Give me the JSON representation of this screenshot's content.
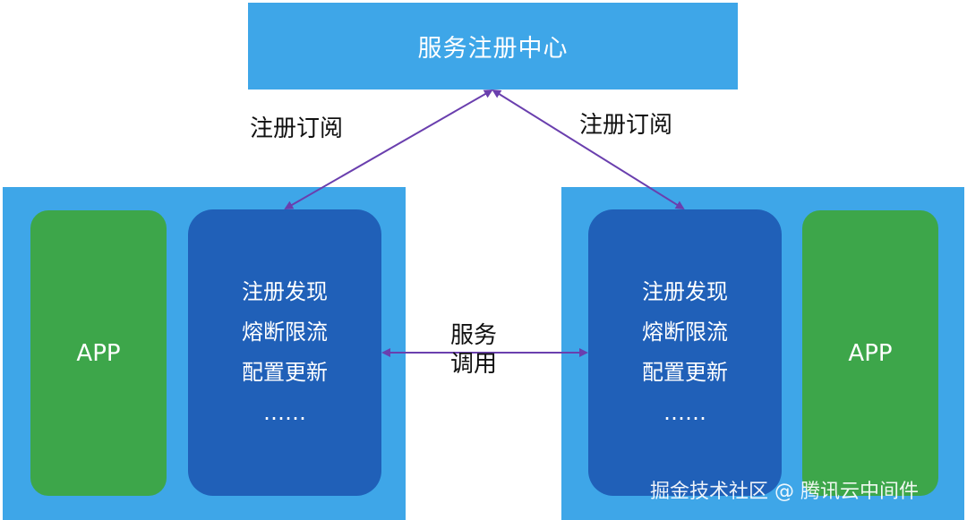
{
  "registry": {
    "label": "服务注册中心"
  },
  "left": {
    "app_label": "APP",
    "sidecar_lines": [
      "注册发现",
      "熔断限流",
      "配置更新",
      "……"
    ]
  },
  "right": {
    "app_label": "APP",
    "sidecar_lines": [
      "注册发现",
      "熔断限流",
      "配置更新",
      "……"
    ]
  },
  "links": {
    "subscribe_left": "注册订阅",
    "subscribe_right": "注册订阅",
    "service_call_line1": "服务",
    "service_call_line2": "调用"
  },
  "watermark": "掘金技术社区 @ 腾讯云中间件",
  "colors": {
    "light_blue": "#3ea6e8",
    "dark_blue": "#2060b8",
    "green": "#3da64a",
    "arrow": "#6a3fae"
  }
}
